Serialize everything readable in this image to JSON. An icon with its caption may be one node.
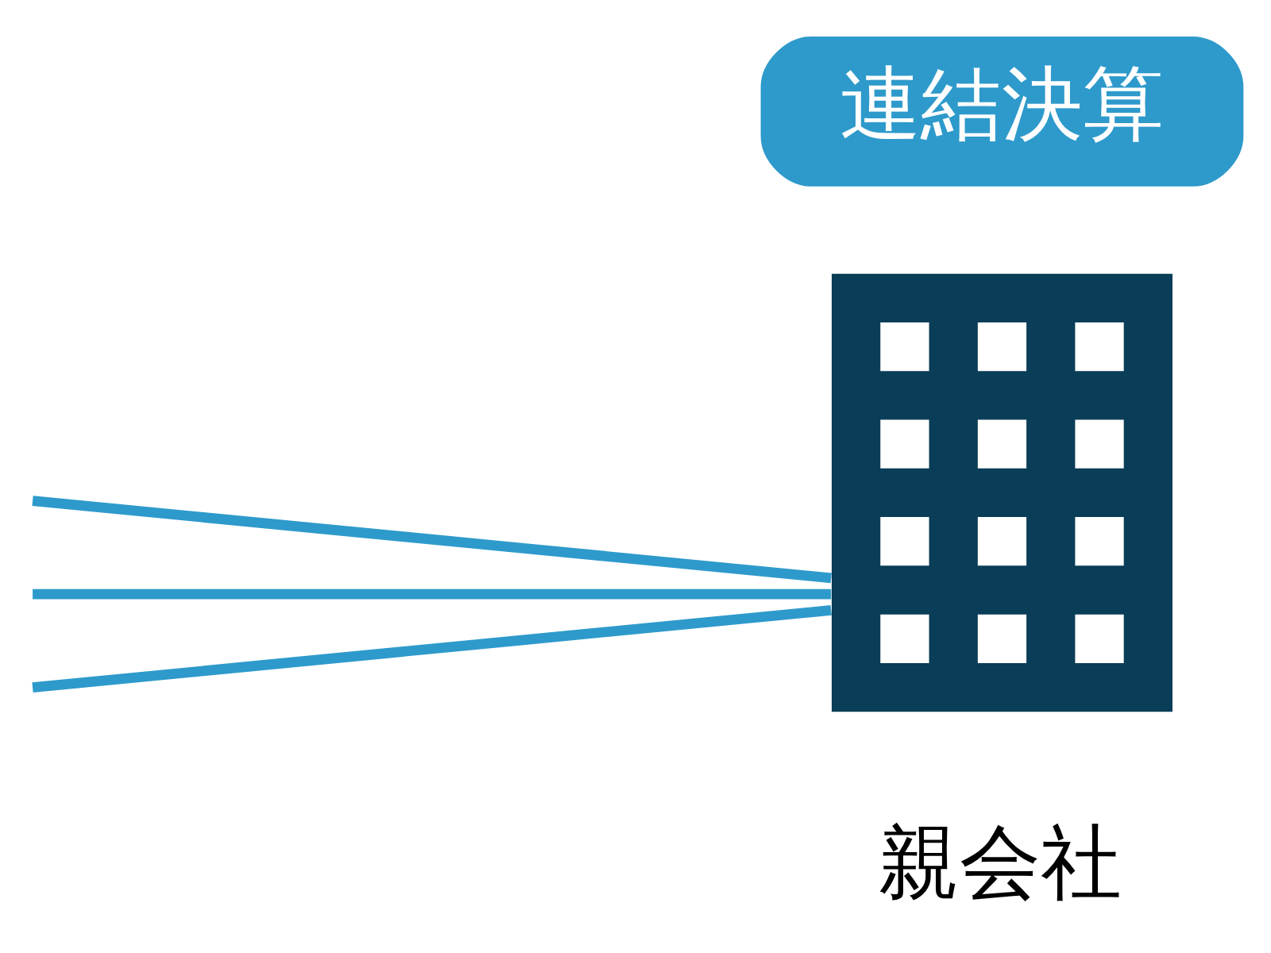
{
  "diagram": {
    "nodes": [
      {
        "text": [
          "連結決算"
        ]
      },
      {
        "text": [
          "親会社"
        ]
      }
    ],
    "edges": [
      {
        "from": null,
        "to": 1,
        "arrow": "none"
      },
      {
        "from": null,
        "to": 1,
        "arrow": "none"
      },
      {
        "from": null,
        "to": 1,
        "arrow": "none"
      }
    ]
  }
}
